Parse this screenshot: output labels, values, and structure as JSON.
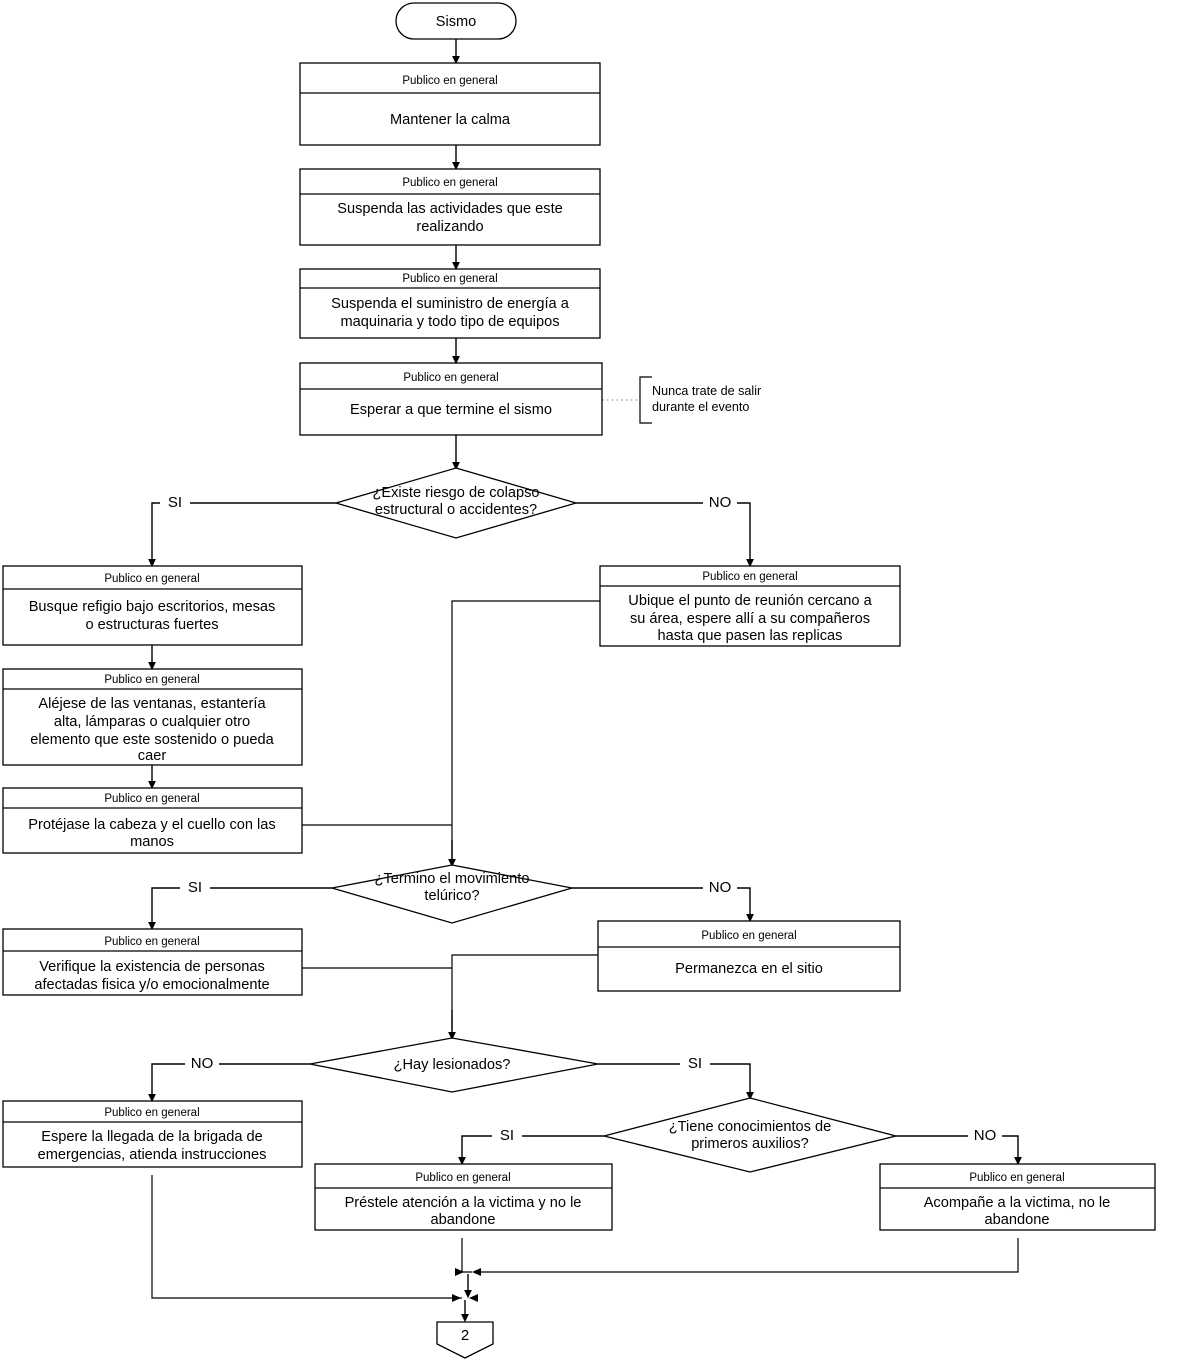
{
  "diagram": {
    "title": "Sismo",
    "role_label": "Publico en general",
    "start": {
      "label": "Sismo"
    },
    "end_connector": {
      "label": "2"
    },
    "annotation": {
      "text_line1": "Nunca trate de salir",
      "text_line2": "durante el evento"
    },
    "branch_labels": {
      "yes": "SI",
      "no": "NO"
    },
    "colors": {
      "stroke": "#000000",
      "fill": "#ffffff",
      "dotted": "#999999"
    },
    "steps": [
      {
        "id": "s1",
        "role": "Publico en general",
        "line1": "Mantener la calma",
        "line2": "",
        "line3": "",
        "line4": ""
      },
      {
        "id": "s2",
        "role": "Publico en general",
        "line1": "Suspenda las actividades que este",
        "line2": "realizando",
        "line3": "",
        "line4": ""
      },
      {
        "id": "s3",
        "role": "Publico en general",
        "line1": "Suspenda el suministro de energía a",
        "line2": "maquinaria y todo tipo de equipos",
        "line3": "",
        "line4": ""
      },
      {
        "id": "s4",
        "role": "Publico en general",
        "line1": "Esperar a que termine el sismo",
        "line2": "",
        "line3": "",
        "line4": ""
      },
      {
        "id": "s5",
        "role": "Publico en general",
        "line1": "Busque refigio bajo escritorios, mesas",
        "line2": "o estructuras fuertes",
        "line3": "",
        "line4": ""
      },
      {
        "id": "s6",
        "role": "Publico en general",
        "line1": "Aléjese de las ventanas, estantería",
        "line2": "alta, lámparas o cualquier otro",
        "line3": "elemento que este sostenido o pueda",
        "line4": "caer"
      },
      {
        "id": "s7",
        "role": "Publico en general",
        "line1": "Protéjase la cabeza y el cuello con las",
        "line2": "manos",
        "line3": "",
        "line4": ""
      },
      {
        "id": "s8",
        "role": "Publico en general",
        "line1": "Ubique el punto de reunión cercano a",
        "line2": "su área, espere allí a su compañeros",
        "line3": "hasta que pasen las replicas",
        "line4": ""
      },
      {
        "id": "s9",
        "role": "Publico en general",
        "line1": "Verifique la existencia de personas",
        "line2": "afectadas fisica y/o emocionalmente",
        "line3": "",
        "line4": ""
      },
      {
        "id": "s10",
        "role": "Publico en general",
        "line1": "Permanezca en el sitio",
        "line2": "",
        "line3": "",
        "line4": ""
      },
      {
        "id": "s11",
        "role": "Publico en general",
        "line1": "Espere la llegada de la brigada de",
        "line2": "emergencias, atienda instrucciones",
        "line3": "",
        "line4": ""
      },
      {
        "id": "s12",
        "role": "Publico en general",
        "line1": "Préstele atención a la victima y no le",
        "line2": "abandone",
        "line3": "",
        "line4": ""
      },
      {
        "id": "s13",
        "role": "Publico en general",
        "line1": "Acompañe a la victima, no le",
        "line2": "abandone",
        "line3": "",
        "line4": ""
      }
    ],
    "decisions": [
      {
        "id": "d1",
        "line1": "¿Existe riesgo de colapso",
        "line2": "estructural o accidentes?",
        "left": "SI",
        "right": "NO"
      },
      {
        "id": "d2",
        "line1": "¿Termino el movimiento",
        "line2": "telúrico?",
        "left": "SI",
        "right": "NO"
      },
      {
        "id": "d3",
        "line1": "¿Hay lesionados?",
        "line2": "",
        "left": "NO",
        "right": "SI"
      },
      {
        "id": "d4",
        "line1": "¿Tiene conocimientos de",
        "line2": "primeros auxilios?",
        "left": "SI",
        "right": "NO"
      }
    ]
  }
}
